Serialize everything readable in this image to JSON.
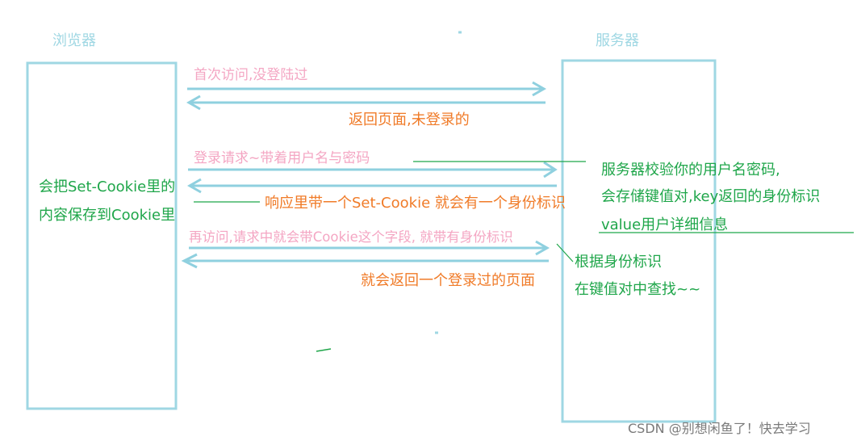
{
  "diagram": {
    "browser_title": "浏览器",
    "server_title": "服务器",
    "messages": {
      "first_visit": "首次访问,没登陆过",
      "return_page_not_logged": "返回页面,未登录的",
      "login_request": "登录请求~带着用户名与密码",
      "response_set_cookie": "响应里带一个Set-Cookie 就会有一个身份标识",
      "revisit_with_cookie": "再访问,请求中就会带Cookie这个字段, 就带有身份标识",
      "return_logged_page": "就会返回一个登录过的页面"
    },
    "browser_note": {
      "line1": "会把Set-Cookie里的",
      "line2": "内容保存到Cookie里"
    },
    "server_note_store": {
      "line1": "服务器校验你的用户名密码,",
      "line2": "会存储键值对,key返回的身份标识",
      "line3": "value用户详细信息"
    },
    "server_note_lookup": {
      "line1": "根据身份标识",
      "line2": "在键值对中查找~~"
    }
  },
  "watermark": "CSDN @别想闲鱼了！快去学习",
  "colors": {
    "box": "#9fd7e3",
    "arrow": "#8fd0df",
    "pink": "#f4a6c3",
    "orange": "#f07b28",
    "green": "#1fa64a"
  }
}
